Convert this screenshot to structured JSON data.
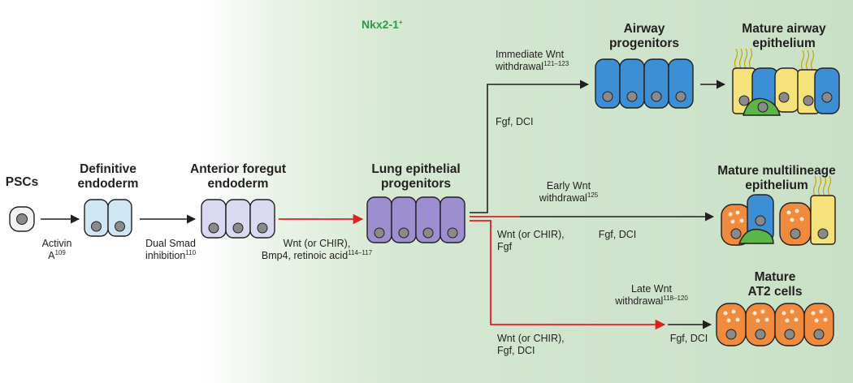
{
  "region_label": {
    "text": "Nkx2-1",
    "sup": "+"
  },
  "stages": {
    "pscs": {
      "text": "PSCs"
    },
    "definitive_endoderm": {
      "line1": "Definitive",
      "line2": "endoderm"
    },
    "anterior_foregut_endoderm": {
      "line1": "Anterior foregut",
      "line2": "endoderm"
    },
    "lung_epithelial_progenitors": {
      "line1": "Lung epithelial",
      "line2": "progenitors"
    },
    "airway_progenitors": {
      "line1": "Airway",
      "line2": "progenitors"
    },
    "mature_airway_epithelium": {
      "line1": "Mature airway",
      "line2": "epithelium"
    },
    "mature_multilineage_epithelium": {
      "line1": "Mature multilineage",
      "line2": "epithelium"
    },
    "mature_at2_cells": {
      "line1": "Mature",
      "line2": "AT2 cells"
    }
  },
  "steps": {
    "activin": {
      "line1": "Activin",
      "line2": "A",
      "ref": "109"
    },
    "dual_smad": {
      "line1": "Dual Smad",
      "line2": "inhibition",
      "ref": "110"
    },
    "wnt_bmp4_ra": {
      "line1": "Wnt (or CHIR),",
      "line2": "Bmp4, retinoic acid",
      "ref": "114–117"
    },
    "immediate_wnt": {
      "line1": "Immediate Wnt",
      "line2": "withdrawal",
      "ref": "121–123"
    },
    "fgf_dci_airway": {
      "text": "Fgf, DCI"
    },
    "early_wnt": {
      "line1": "Early Wnt",
      "line2": "withdrawal",
      "ref": "125"
    },
    "wnt_fgf": {
      "line1": "Wnt (or CHIR),",
      "line2": "Fgf"
    },
    "fgf_dci_multi": {
      "text": "Fgf, DCI"
    },
    "late_wnt": {
      "line1": "Late Wnt",
      "line2": "withdrawal",
      "ref": "118–120"
    },
    "wnt_fgf_dci": {
      "line1": "Wnt (or CHIR),",
      "line2": "Fgf, DCI"
    },
    "fgf_dci_at2": {
      "text": "Fgf, DCI"
    }
  },
  "colors": {
    "region_bg": "#c9e0c6",
    "nkx_label": "#2e9a47",
    "red_arrow": "#e02020",
    "black_arrow": "#231f20",
    "endoderm_cell": "#cfe6f4",
    "foregut_cell": "#d9d9f2",
    "lung_progenitor_cell": "#9d8fcf",
    "airway_cell": "#3c8fd4",
    "club_cell": "#f5e27a",
    "basal_cell": "#5bb548",
    "at2_cell": "#f08a3c"
  }
}
